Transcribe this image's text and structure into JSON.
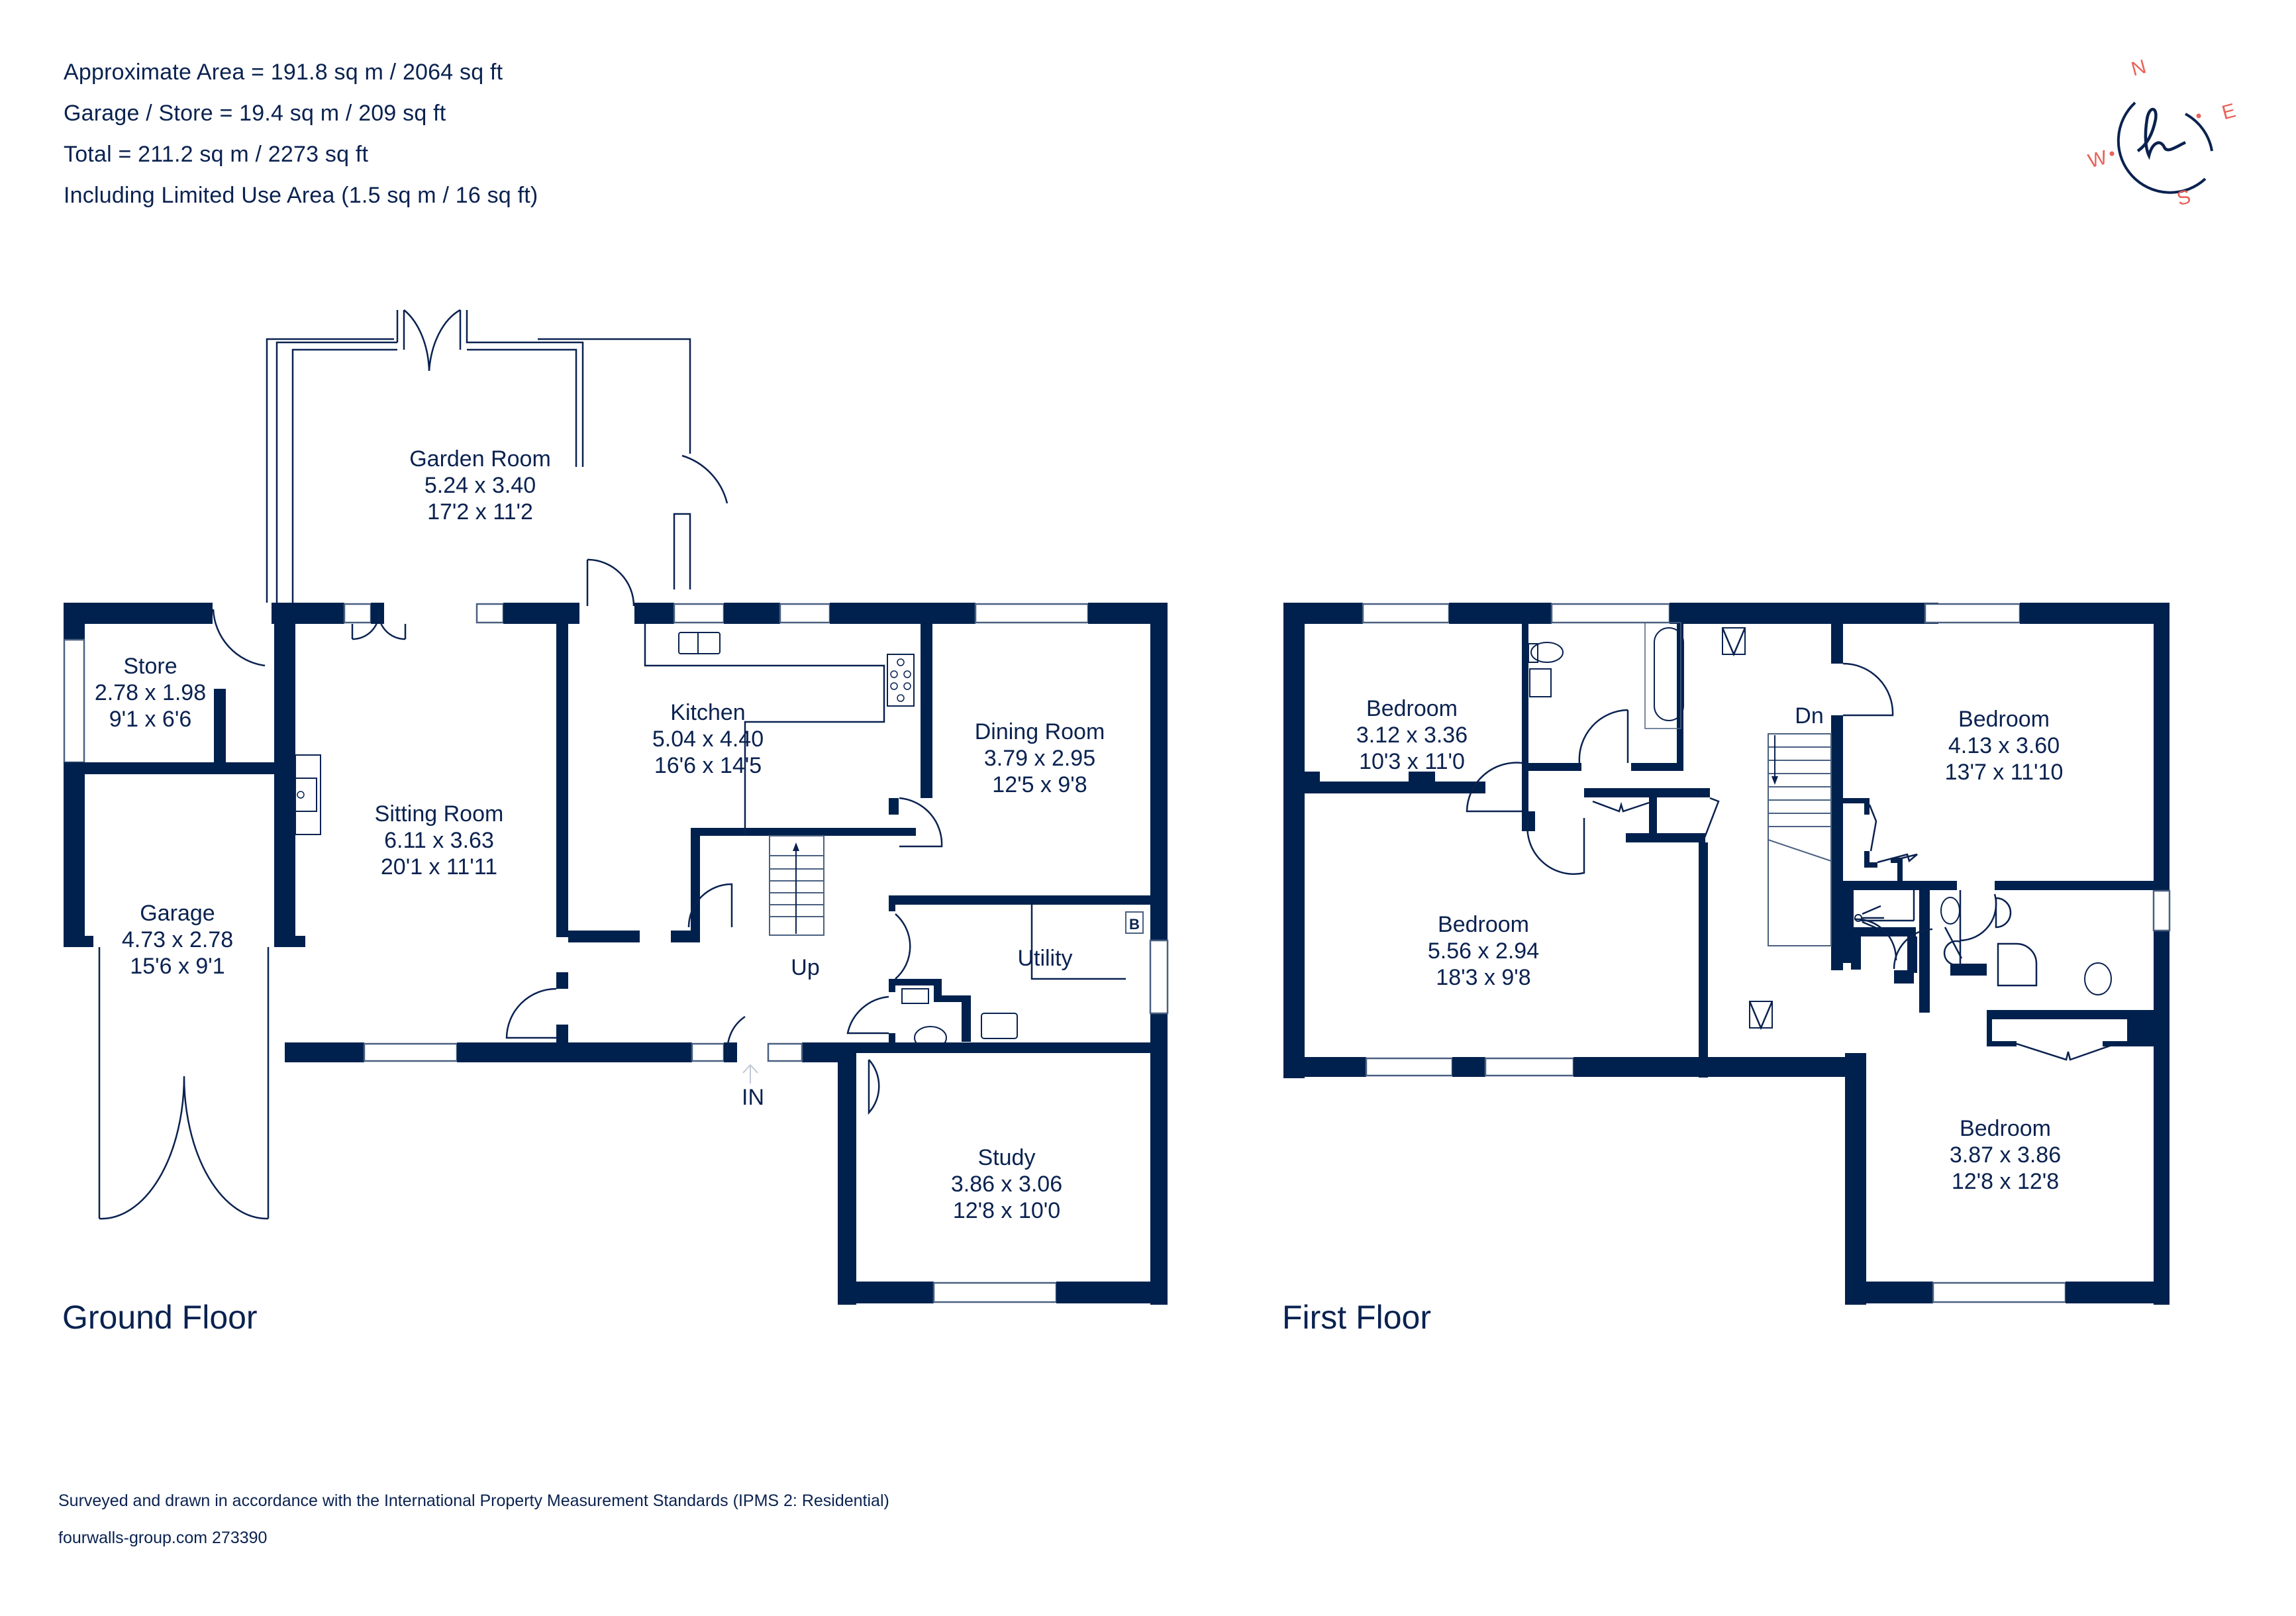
{
  "area_info": {
    "approximate_area": "Approximate Area = 191.8 sq m / 2064 sq ft",
    "garage_store": "Garage / Store = 19.4 sq m / 209 sq ft",
    "total": "Total = 211.2 sq m / 2273 sq ft",
    "limited_use": "Including Limited Use Area (1.5 sq m / 16 sq ft)"
  },
  "compass": {
    "north": "N",
    "east": "E",
    "south": "S",
    "west": "W",
    "monogram": "h",
    "circle_color": "#0a2250",
    "letter_color": "#e8625a"
  },
  "ground_floor": {
    "title": "Ground Floor",
    "rooms": {
      "garden_room": {
        "name": "Garden Room",
        "metric": "5.24 x 3.40",
        "imperial": "17'2 x 11'2"
      },
      "store": {
        "name": "Store",
        "metric": "2.78 x 1.98",
        "imperial": "9'1 x 6'6"
      },
      "garage": {
        "name": "Garage",
        "metric": "4.73 x 2.78",
        "imperial": "15'6 x 9'1"
      },
      "sitting_room": {
        "name": "Sitting Room",
        "metric": "6.11 x 3.63",
        "imperial": "20'1 x 11'11"
      },
      "kitchen": {
        "name": "Kitchen",
        "metric": "5.04 x 4.40",
        "imperial": "16'6 x 14'5"
      },
      "dining_room": {
        "name": "Dining Room",
        "metric": "3.79 x 2.95",
        "imperial": "12'5 x 9'8"
      },
      "utility": {
        "name": "Utility"
      },
      "study": {
        "name": "Study",
        "metric": "3.86 x 3.06",
        "imperial": "12'8 x 10'0"
      }
    },
    "labels": {
      "up": "Up",
      "entrance": "IN",
      "boiler": "B"
    }
  },
  "first_floor": {
    "title": "First Floor",
    "rooms": {
      "bedroom_1": {
        "name": "Bedroom",
        "metric": "3.12 x 3.36",
        "imperial": "10'3 x 11'0"
      },
      "bedroom_2": {
        "name": "Bedroom",
        "metric": "5.56 x 2.94",
        "imperial": "18'3 x 9'8"
      },
      "bedroom_3": {
        "name": "Bedroom",
        "metric": "4.13 x 3.60",
        "imperial": "13'7 x 11'10"
      },
      "bedroom_4": {
        "name": "Bedroom",
        "metric": "3.87 x 3.86",
        "imperial": "12'8 x 12'8"
      }
    },
    "labels": {
      "down": "Dn"
    }
  },
  "footer": {
    "standards_note": "Surveyed and drawn in accordance with the International Property Measurement Standards (IPMS 2: Residential)",
    "reference": "fourwalls-group.com 273390"
  },
  "colors": {
    "wall": "#00214d",
    "text": "#0a2250",
    "accent": "#e8625a"
  }
}
